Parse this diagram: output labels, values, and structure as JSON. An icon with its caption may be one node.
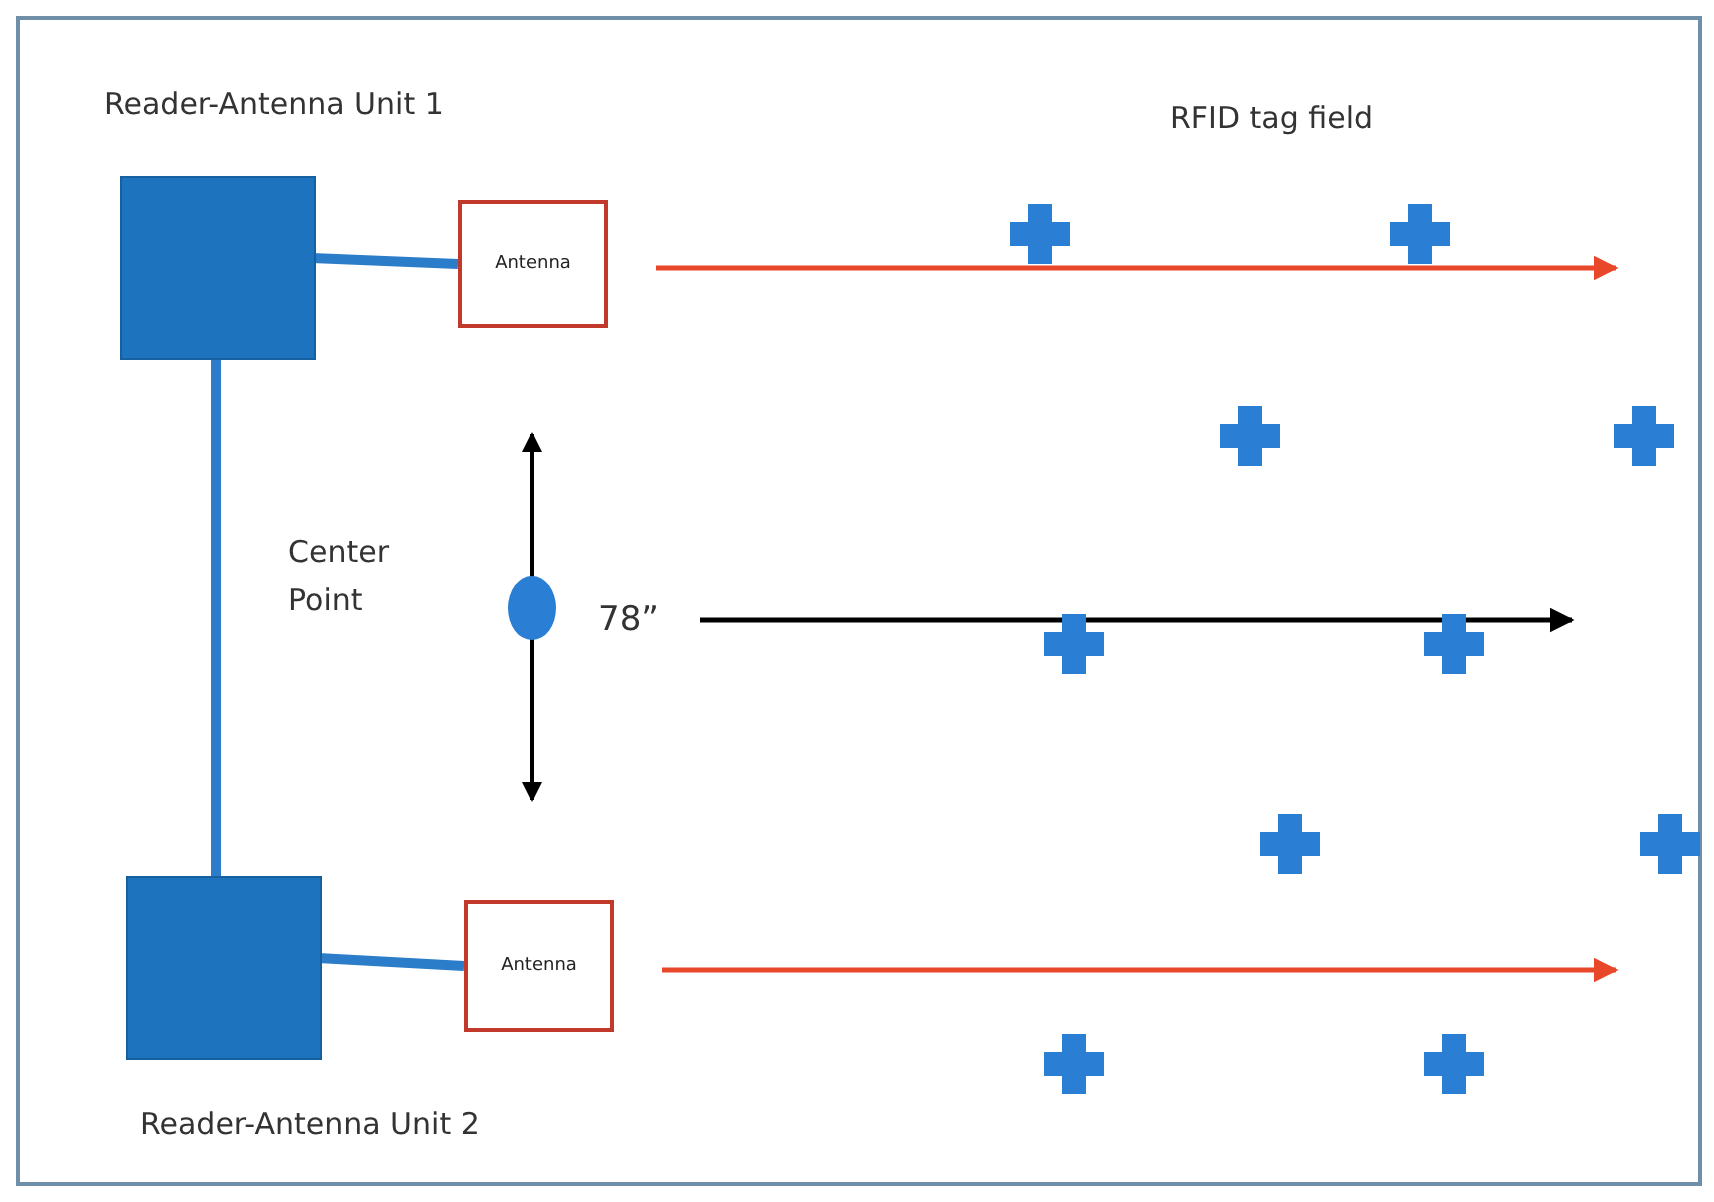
{
  "diagram": {
    "nodes": [
      {
        "text": [
          "Reader-Antenna Unit 1"
        ]
      },
      {
        "text": [
          "Antenna"
        ]
      },
      {
        "text": [
          "Reader-Antenna Unit 2"
        ]
      },
      {
        "text": [
          "Antenna"
        ]
      },
      {
        "text": [],
        "shape": "circle",
        "beside": [
          "Center Point"
        ]
      }
    ],
    "edges": [
      {
        "from": 0,
        "to": 1,
        "arrow": "none"
      },
      {
        "from": 0,
        "to": 2,
        "arrow": "none"
      },
      {
        "from": 2,
        "to": 3,
        "arrow": "none"
      },
      {
        "from": 1,
        "to": null,
        "arrow": "to",
        "color": "#e8472a"
      },
      {
        "from": 3,
        "to": null,
        "arrow": "to",
        "color": "#e8472a"
      }
    ],
    "labels": [
      "RFID tag field",
      "78”"
    ]
  }
}
